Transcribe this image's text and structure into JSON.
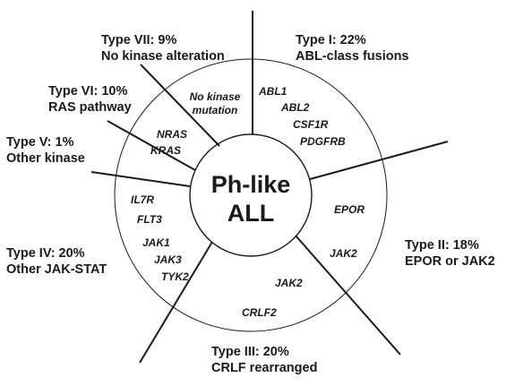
{
  "center": {
    "line1": "Ph-like",
    "line2": "ALL"
  },
  "types": [
    {
      "id": "type-i",
      "title": "Type I: 22%",
      "subtitle": "ABL-class fusions",
      "genes": [
        "ABL1",
        "ABL2",
        "CSF1R",
        "PDGFRB"
      ]
    },
    {
      "id": "type-ii",
      "title": "Type II: 18%",
      "subtitle": "EPOR or JAK2",
      "genes": [
        "EPOR",
        "JAK2"
      ]
    },
    {
      "id": "type-iii",
      "title": "Type III: 20%",
      "subtitle": "CRLF rearranged",
      "genes": [
        "JAK2",
        "CRLF2"
      ]
    },
    {
      "id": "type-iv",
      "title": "Type IV: 20%",
      "subtitle": "Other JAK-STAT",
      "genes": [
        "IL7R",
        "FLT3",
        "JAK1",
        "JAK3",
        "TYK2"
      ]
    },
    {
      "id": "type-v",
      "title": "Type V: 1%",
      "subtitle": "Other kinase",
      "genes": []
    },
    {
      "id": "type-vi",
      "title": "Type VI: 10%",
      "subtitle": "RAS pathway",
      "genes": [
        "NRAS",
        "KRAS"
      ]
    },
    {
      "id": "type-vii",
      "title": "Type VII: 9%",
      "subtitle": "No kinase alteration",
      "genes": [
        "No kinase",
        "mutation"
      ]
    }
  ]
}
